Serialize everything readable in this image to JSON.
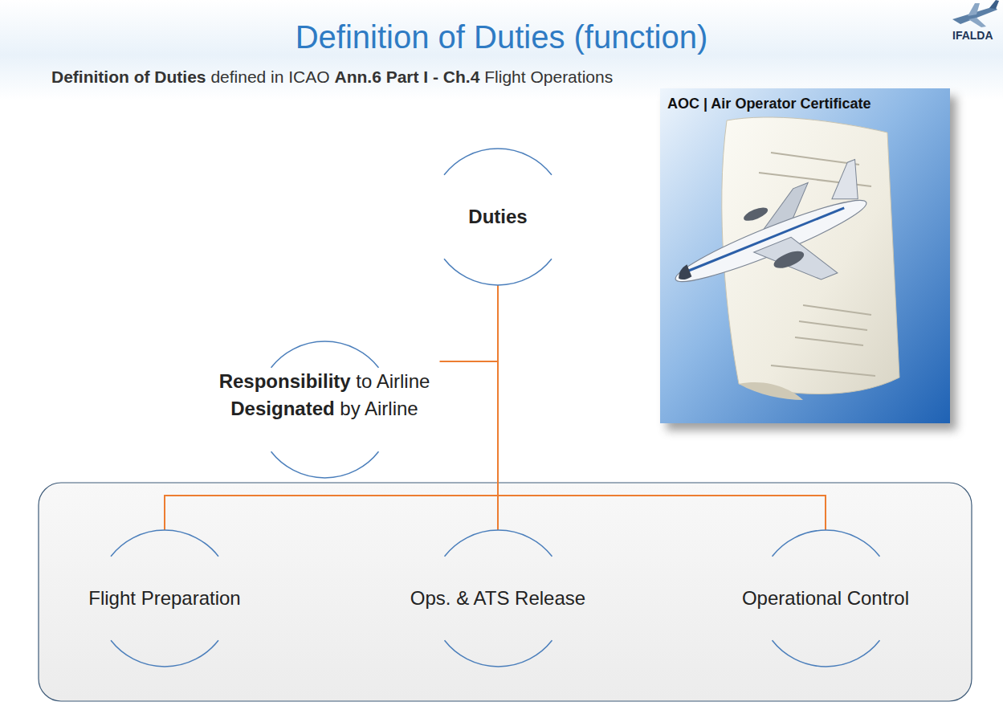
{
  "diagram": {
    "title": "Definition of Duties (function)",
    "nodes": [
      {
        "text": [
          "Duties"
        ]
      },
      {
        "text": [
          "Responsibility to Airline",
          "Designated by Airline"
        ]
      },
      {
        "text": [
          "Flight Preparation"
        ]
      },
      {
        "text": [
          "Ops. & ATS Release"
        ]
      },
      {
        "text": [
          "Operational Control"
        ]
      }
    ],
    "edges": [
      {
        "from": 0,
        "to": 1,
        "arrow": "none"
      },
      {
        "from": 0,
        "to": 2,
        "arrow": "none"
      },
      {
        "from": 0,
        "to": 3,
        "arrow": "none"
      },
      {
        "from": 0,
        "to": 4,
        "arrow": "none"
      }
    ],
    "labels": [
      "Definition of Duties",
      "defined in ICAO",
      "Ann.6 Part I - Ch.4",
      "Flight Operations",
      "AOC | Air Operator Certificate",
      "IFALDA"
    ]
  }
}
